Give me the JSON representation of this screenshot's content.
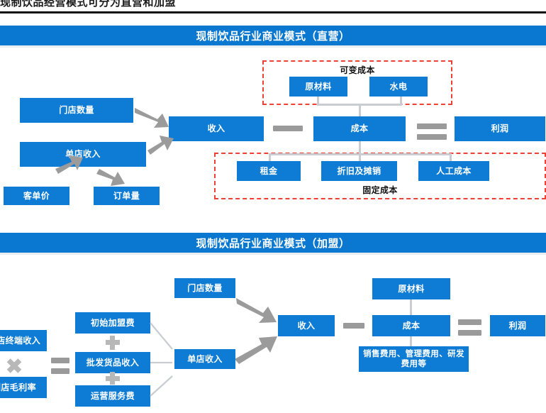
{
  "caption": "现制饮品经营模式可分为直营和加盟",
  "colors": {
    "brand_blue": "#0e7cd4",
    "header_blue": "#0a78d0",
    "dashed_red": "#ef4035",
    "connector_grey": "#c9cdd1",
    "operator_grey": "#9a9a9a",
    "arrow_grey": "#9b9b9b",
    "text_white": "#ffffff",
    "text_dark": "#101010"
  },
  "sections": [
    {
      "id": "direct",
      "title": "现制饮品行业商业模式（直营）",
      "nodes": {
        "store_count": "门店数量",
        "store_revenue": "单店收入",
        "avg_ticket": "客单价",
        "order_volume": "订单量",
        "revenue": "收入",
        "cost": "成本",
        "profit": "利润",
        "raw_material": "原材料",
        "utilities": "水电",
        "rent": "租金",
        "depreciation": "折旧及摊销",
        "labor_cost": "人工成本"
      },
      "group_labels": {
        "variable_cost": "可变成本",
        "fixed_cost": "固定成本"
      },
      "operators": {
        "revenue_minus_cost": "−",
        "cost_equals_profit": "="
      }
    },
    {
      "id": "franchise",
      "title": "现制饮品行业商业模式（加盟）",
      "nodes": {
        "terminal_revenue": "门店终端收入",
        "gross_margin": "门店毛利率",
        "initial_fee": "初始加盟费",
        "wholesale_revenue": "批发货品收入",
        "operation_service_fee": "运营服务费",
        "store_count": "门店数量",
        "store_revenue": "单店收入",
        "revenue": "收入",
        "cost": "成本",
        "profit": "利润",
        "raw_material": "原材料",
        "expenses": "销售费用、管理费用、研发费用等"
      },
      "operators": {
        "multiply": "×",
        "equals_left": "=",
        "plus_top": "+",
        "plus_bottom": "+",
        "revenue_minus_cost": "−",
        "cost_equals_profit": "="
      }
    }
  ]
}
